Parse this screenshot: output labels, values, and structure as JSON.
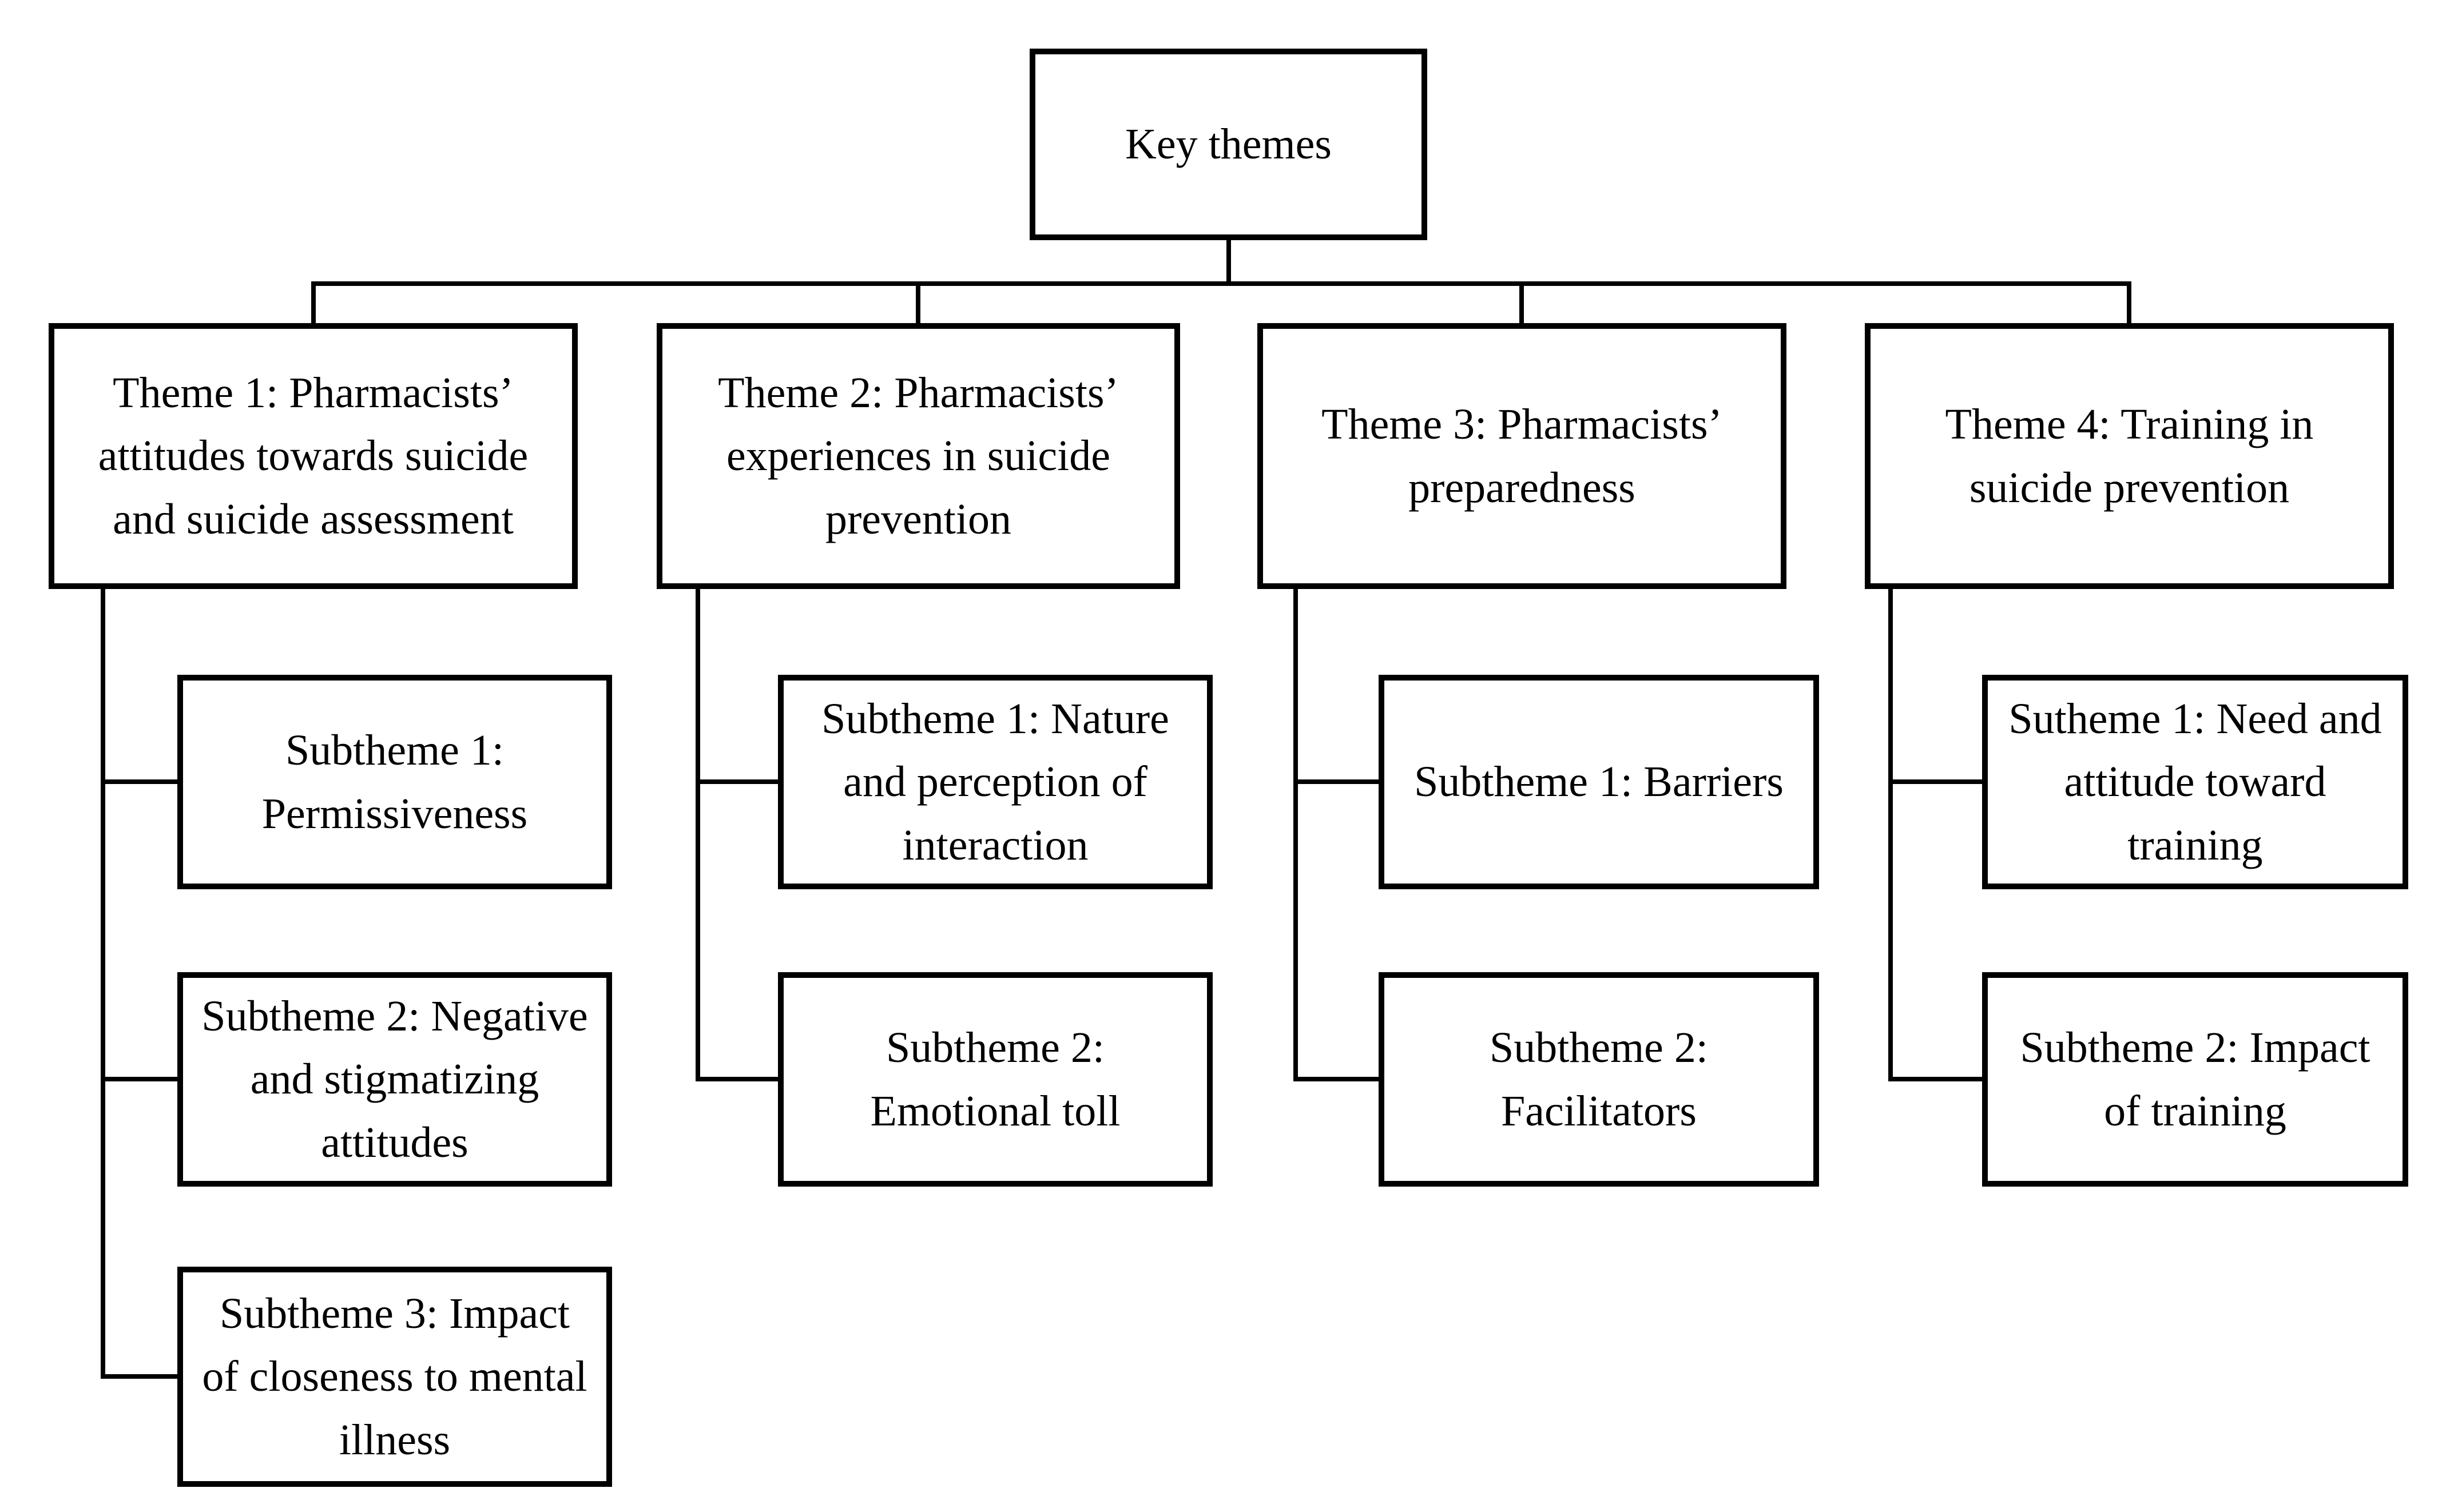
{
  "diagram": {
    "root": {
      "label": "Key themes"
    },
    "themes": [
      {
        "label": "Theme 1: Pharmacists’\nattitudes towards suicide\nand suicide assessment",
        "subthemes": [
          {
            "label": "Subtheme 1:\nPermissiveness"
          },
          {
            "label": "Subtheme 2: Negative\nand stigmatizing\nattitudes"
          },
          {
            "label": "Subtheme 3: Impact\nof closeness to mental\nillness"
          }
        ]
      },
      {
        "label": "Theme 2: Pharmacists’\nexperiences in suicide\nprevention",
        "subthemes": [
          {
            "label": "Subtheme 1: Nature\nand perception of\ninteraction"
          },
          {
            "label": "Subtheme 2:\nEmotional toll"
          }
        ]
      },
      {
        "label": "Theme 3: Pharmacists’\npreparedness",
        "subthemes": [
          {
            "label": "Subtheme 1: Barriers"
          },
          {
            "label": "Subtheme 2:\nFacilitators"
          }
        ]
      },
      {
        "label": "Theme 4: Training in\nsuicide prevention",
        "subthemes": [
          {
            "label": "Sutheme 1: Need and\nattitude toward\ntraining"
          },
          {
            "label": "Subtheme 2: Impact\nof training"
          }
        ]
      }
    ],
    "colors": {
      "background": "#ffffff",
      "box_fill": "#ffffff",
      "box_border": "#000000",
      "connector": "#000000",
      "text": "#000000"
    }
  }
}
